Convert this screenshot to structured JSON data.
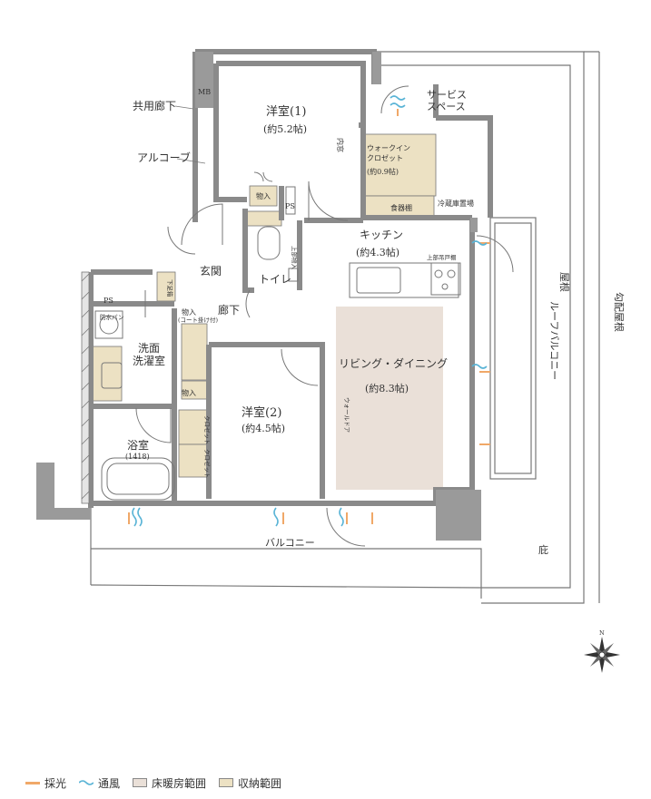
{
  "labels": {
    "common_corridor": "共用廊下",
    "alcove": "アルコーブ",
    "mb": "MB",
    "ps_upper": "PS",
    "ps_left": "PS",
    "bedroom1_name": "洋室(1)",
    "bedroom1_size": "(約5.2帖)",
    "service_space_1": "サービス",
    "service_space_2": "スペース",
    "inner_window": "内窓",
    "walkin_closet_1": "ウォークイン",
    "walkin_closet_2": "クロゼット",
    "walkin_closet_size": "(約0.9帖)",
    "cupboard": "食器棚",
    "fridge_space": "冷蔵庫置場",
    "storage1": "物入",
    "upper_storage": "上部物入",
    "kitchen_name": "キッチン",
    "kitchen_size": "(約4.3帖)",
    "upper_shelf": "上部吊戸棚",
    "toilet": "トイレ",
    "entrance": "玄関",
    "shoe_box": "下足箱",
    "corridor": "廊下",
    "storage2": "物入",
    "storage2_note": "(コート掛け付)",
    "washroom_1": "洗面",
    "washroom_2": "洗濯室",
    "waterproof_pan": "防水パン",
    "storage3": "物入",
    "living_name": "リビング・ダイニング",
    "living_size": "(約8.3帖)",
    "bedroom2_name": "洋室(2)",
    "bedroom2_size": "(約4.5帖)",
    "closet_a": "クロゼット",
    "closet_b": "クロゼット",
    "wall_door": "ウォールドア",
    "bathroom_name": "浴室",
    "bathroom_size": "(1418)",
    "balcony": "バルコニー",
    "roof_balcony": "ルーフバルコニー",
    "roof": "屋根",
    "sloped_roof": "勾配屋根",
    "eaves": "庇",
    "north": "N"
  },
  "legend": {
    "light": "採光",
    "ventilation": "通風",
    "floor_heating": "床暖房範囲",
    "storage": "収納範囲"
  },
  "colors": {
    "wall": "#8a8a8a",
    "wall_dark": "#666666",
    "floor_heating": "#eae0d8",
    "storage": "#ece1c3",
    "light_mark": "#f0a868",
    "vent_mark": "#5ab4d6"
  }
}
